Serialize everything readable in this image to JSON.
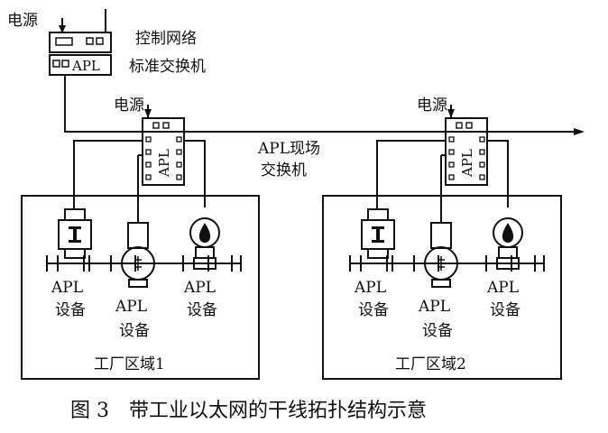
{
  "labels": {
    "power_top": "电源",
    "control_network": "控制网络",
    "standard_switch": "标准交换机",
    "standard_switch_panel": "APL",
    "power_switch1": "电源",
    "power_switch2": "电源",
    "field_switch_line1": "APL现场",
    "field_switch_line2": "交换机",
    "field_switch_vertical": "APL",
    "device_line1": "APL",
    "device_line2": "设备",
    "zone1": "工厂区域1",
    "zone2": "工厂区域2",
    "caption": "图 3　带工业以太网的干线拓扑结构示意"
  },
  "colors": {
    "line": "#111111",
    "background": "#ffffff"
  },
  "icons": {
    "valve_actuator": "valve-actuator-icon",
    "flow_meter": "flow-meter-icon",
    "level_transmitter": "drop-transmitter-icon"
  }
}
